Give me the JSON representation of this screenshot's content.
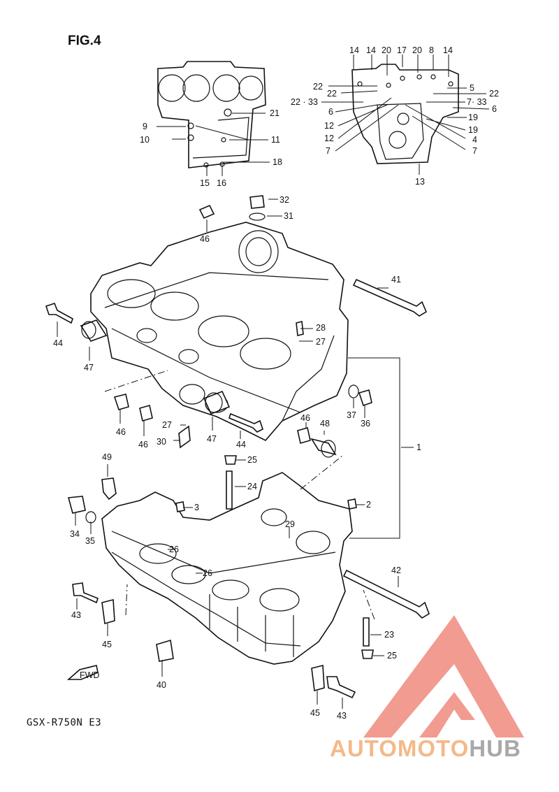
{
  "figure": {
    "title": "FIG.4",
    "model": "GSX-R750N E3"
  },
  "watermark": {
    "brand_part1": "AUTOMOTO",
    "brand_part2": "HUB",
    "color_primary": "#f08a7e",
    "color_secondary": "#a9a9a9"
  },
  "callouts": [
    {
      "id": "c1",
      "label": "14"
    },
    {
      "id": "c2",
      "label": "14"
    },
    {
      "id": "c3",
      "label": "20"
    },
    {
      "id": "c4",
      "label": "17"
    },
    {
      "id": "c5",
      "label": "20"
    },
    {
      "id": "c6",
      "label": "8"
    },
    {
      "id": "c7",
      "label": "14"
    },
    {
      "id": "c8",
      "label": "22"
    },
    {
      "id": "c9",
      "label": "22"
    },
    {
      "id": "c10",
      "label": "22 · 33"
    },
    {
      "id": "c11",
      "label": "6"
    },
    {
      "id": "c12",
      "label": "12"
    },
    {
      "id": "c13",
      "label": "12"
    },
    {
      "id": "c14",
      "label": "7"
    },
    {
      "id": "c15",
      "label": "5"
    },
    {
      "id": "c16",
      "label": "22"
    },
    {
      "id": "c17",
      "label": "7· 33"
    },
    {
      "id": "c18",
      "label": "6"
    },
    {
      "id": "c19",
      "label": "19"
    },
    {
      "id": "c20",
      "label": "19"
    },
    {
      "id": "c21",
      "label": "4"
    },
    {
      "id": "c22",
      "label": "7"
    },
    {
      "id": "c23",
      "label": "13"
    },
    {
      "id": "c24",
      "label": "21"
    },
    {
      "id": "c25",
      "label": "9"
    },
    {
      "id": "c26",
      "label": "10"
    },
    {
      "id": "c27",
      "label": "11"
    },
    {
      "id": "c28",
      "label": "18"
    },
    {
      "id": "c29",
      "label": "15"
    },
    {
      "id": "c30",
      "label": "16"
    },
    {
      "id": "c31",
      "label": "32"
    },
    {
      "id": "c32",
      "label": "31"
    },
    {
      "id": "c33",
      "label": "46"
    },
    {
      "id": "c34",
      "label": "41"
    },
    {
      "id": "c35",
      "label": "44"
    },
    {
      "id": "c36",
      "label": "47"
    },
    {
      "id": "c37",
      "label": "28"
    },
    {
      "id": "c38",
      "label": "27"
    },
    {
      "id": "c39",
      "label": "46"
    },
    {
      "id": "c40",
      "label": "46"
    },
    {
      "id": "c41",
      "label": "27"
    },
    {
      "id": "c42",
      "label": "30"
    },
    {
      "id": "c43",
      "label": "47"
    },
    {
      "id": "c44",
      "label": "44"
    },
    {
      "id": "c45",
      "label": "37"
    },
    {
      "id": "c46",
      "label": "36"
    },
    {
      "id": "c47",
      "label": "46"
    },
    {
      "id": "c48",
      "label": "48"
    },
    {
      "id": "c49",
      "label": "1"
    },
    {
      "id": "c50",
      "label": "49"
    },
    {
      "id": "c51",
      "label": "25"
    },
    {
      "id": "c52",
      "label": "24"
    },
    {
      "id": "c53",
      "label": "3"
    },
    {
      "id": "c54",
      "label": "2"
    },
    {
      "id": "c55",
      "label": "34"
    },
    {
      "id": "c56",
      "label": "35"
    },
    {
      "id": "c57",
      "label": "29"
    },
    {
      "id": "c58",
      "label": "26"
    },
    {
      "id": "c59",
      "label": "26"
    },
    {
      "id": "c60",
      "label": "42"
    },
    {
      "id": "c61",
      "label": "43"
    },
    {
      "id": "c62",
      "label": "45"
    },
    {
      "id": "c63",
      "label": "23"
    },
    {
      "id": "c64",
      "label": "25"
    },
    {
      "id": "c65",
      "label": "40"
    },
    {
      "id": "c66",
      "label": "45"
    },
    {
      "id": "c67",
      "label": "43"
    }
  ],
  "fwd_marker": "FWD"
}
